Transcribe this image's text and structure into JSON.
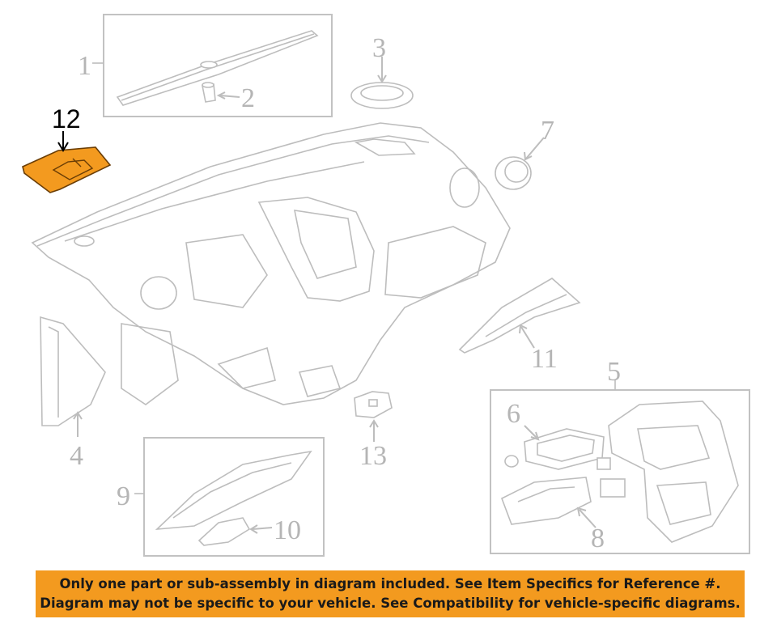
{
  "callouts": {
    "c1": "1",
    "c2": "2",
    "c3": "3",
    "c4": "4",
    "c5": "5",
    "c6": "6",
    "c7": "7",
    "c8": "8",
    "c9": "9",
    "c10": "10",
    "c11": "11",
    "c12": "12",
    "c13": "13"
  },
  "highlight_part": "12",
  "colors": {
    "highlight": "#f39a1f",
    "line": "#bdbdbd",
    "banner": "#f39a1f"
  },
  "banner": {
    "line1": "Only one part or sub-assembly in diagram included. See Item Specifics for Reference #.",
    "line2": "Diagram may not be specific to your vehicle. See Compatibility for vehicle-specific diagrams."
  }
}
